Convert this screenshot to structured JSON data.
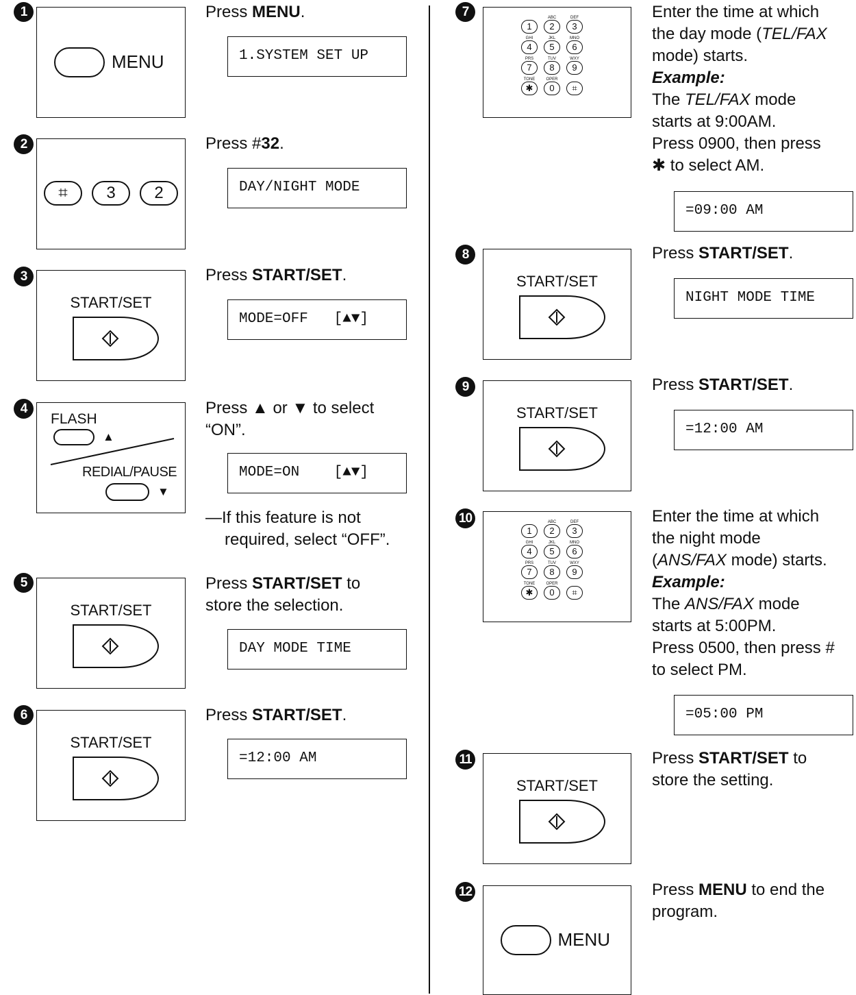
{
  "divider": true,
  "steps": [
    {
      "num": "1",
      "lines": [
        "Press <b>MENU</b>."
      ],
      "lcd": "1.SYSTEM SET UP",
      "panel": {
        "type": "menu",
        "label": "MENU"
      }
    },
    {
      "num": "2",
      "lines": [
        "Press #<b>32</b>."
      ],
      "lcd": "DAY/NIGHT MODE",
      "panel": {
        "type": "keys",
        "keys": [
          "⌗",
          "3",
          "2"
        ]
      }
    },
    {
      "num": "3",
      "lines": [
        "Press <b>START/SET</b>."
      ],
      "lcd": "MODE=OFF   [▲▼]",
      "panel": {
        "type": "startset",
        "label": "START/SET",
        "glyph": "◇"
      }
    },
    {
      "num": "4",
      "lines": [
        "Press ▲ or ▼ to select",
        "“ON”."
      ],
      "lcd": "MODE=ON    [▲▼]",
      "note": [
        "—If this feature is not",
        "required, select “OFF”."
      ],
      "panel": {
        "type": "flash",
        "flash": "FLASH",
        "redial": "REDIAL/PAUSE",
        "up": "▲",
        "down": "▼"
      }
    },
    {
      "num": "5",
      "lines": [
        "Press <b>START/SET</b> to",
        "store the selection."
      ],
      "lcd": "DAY MODE TIME",
      "panel": {
        "type": "startset",
        "label": "START/SET",
        "glyph": "◇"
      }
    },
    {
      "num": "6",
      "lines": [
        "Press <b>START/SET</b>."
      ],
      "lcd": "=12:00 AM",
      "panel": {
        "type": "startset",
        "label": "START/SET",
        "glyph": "◇"
      }
    },
    {
      "num": "7",
      "lines": [
        "Enter the time at which",
        "the day mode (<i>TEL/FAX</i>",
        "mode) starts.",
        "<b><i>Example:</i></b>",
        "The <i>TEL/FAX</i> mode",
        "starts at 9:00AM.",
        "Press 0900, then press",
        "✱ to select AM."
      ],
      "lcd": "=09:00 AM",
      "panel": {
        "type": "keypad"
      }
    },
    {
      "num": "8",
      "lines": [
        "Press <b>START/SET</b>."
      ],
      "lcd": "NIGHT MODE TIME",
      "panel": {
        "type": "startset",
        "label": "START/SET",
        "glyph": "◇"
      }
    },
    {
      "num": "9",
      "lines": [
        "Press <b>START/SET</b>."
      ],
      "lcd": "=12:00 AM",
      "panel": {
        "type": "startset",
        "label": "START/SET",
        "glyph": "◇"
      }
    },
    {
      "num": "10",
      "lines": [
        "Enter the time at which",
        "the night mode",
        "(<i>ANS/FAX</i> mode) starts.",
        "<b><i>Example:</i></b>",
        "The <i>ANS/FAX</i> mode",
        "starts at 5:00PM.",
        "Press 0500, then press #",
        "to select PM."
      ],
      "lcd": "=05:00 PM",
      "panel": {
        "type": "keypad"
      }
    },
    {
      "num": "11",
      "lines": [
        "Press <b>START/SET</b> to",
        "store the setting."
      ],
      "panel": {
        "type": "startset",
        "label": "START/SET",
        "glyph": "◇"
      }
    },
    {
      "num": "12",
      "lines": [
        "Press <b>MENU</b> to end the",
        "program."
      ],
      "panel": {
        "type": "menu",
        "label": "MENU"
      }
    }
  ],
  "keypad": {
    "keys": [
      "1",
      "2",
      "3",
      "4",
      "5",
      "6",
      "7",
      "8",
      "9",
      "✱",
      "0",
      "⌗"
    ],
    "letters": [
      "",
      "ABC",
      "DEF",
      "GHI",
      "JKL",
      "MNO",
      "PRS",
      "TUV",
      "WXY",
      "TONE",
      "OPER",
      ""
    ]
  }
}
